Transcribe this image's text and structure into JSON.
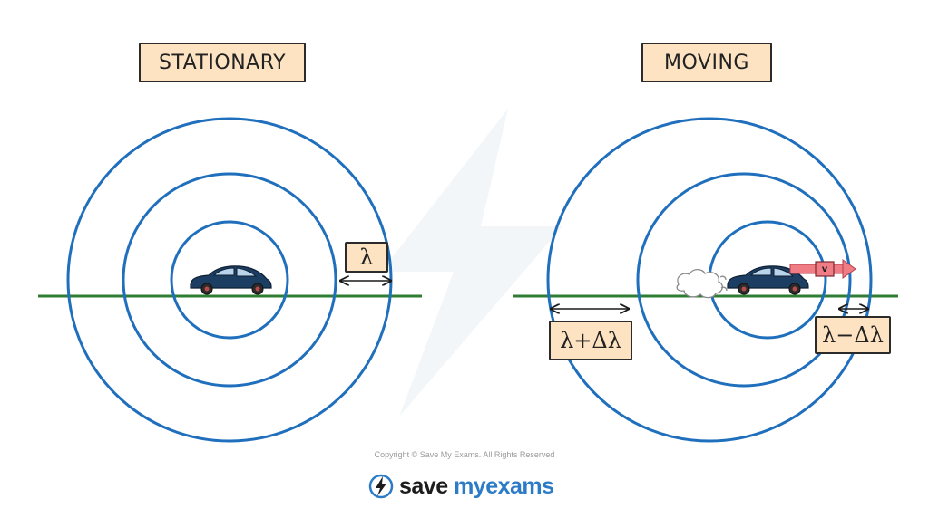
{
  "stationary": {
    "title": "STATIONARY",
    "wavelength_label": "λ"
  },
  "moving": {
    "title": "MOVING",
    "velocity_label": "v",
    "behind_label": "λ+Δλ",
    "ahead_label": "λ−Δλ"
  },
  "footer": {
    "copyright": "Copyright © Save My Exams. All Rights Reserved",
    "brand_part1": "save",
    "brand_part2": "my",
    "brand_part3": "exams"
  },
  "colors": {
    "wave": "#1f6fbd",
    "ground": "#2e7d32",
    "label_fill": "#fde3c2",
    "car_body": "#1d3e63",
    "velocity_arrow": "#f07c86",
    "brand_accent": "#2b7bc6"
  },
  "icons": {
    "car": "car-icon",
    "exhaust": "exhaust-smoke-icon",
    "brand": "lightning-bolt-icon"
  }
}
